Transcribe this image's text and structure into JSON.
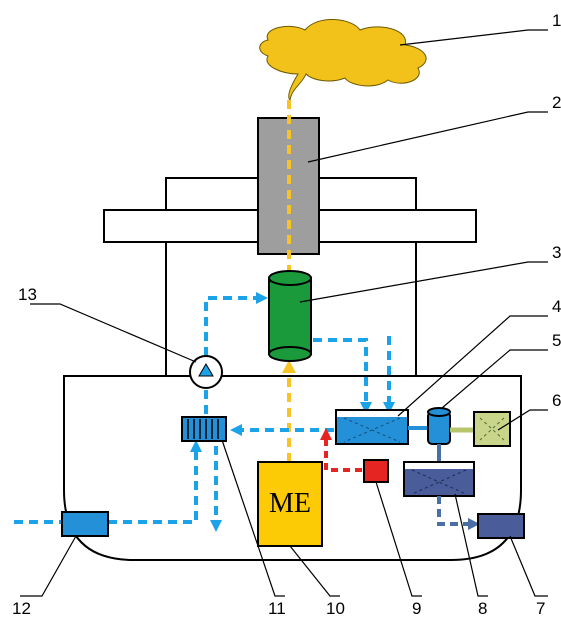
{
  "labels": {
    "n1": "1",
    "n2": "2",
    "n3": "3",
    "n4": "4",
    "n5": "5",
    "n6": "6",
    "n7": "7",
    "n8": "8",
    "n9": "9",
    "n10": "10",
    "n11": "11",
    "n12": "12",
    "n13": "13"
  },
  "engine": {
    "label": "ME"
  },
  "colors": {
    "smoke": "#f2c21b",
    "stack": "#9e9e9e",
    "scrubber": "#1b9a3b",
    "water_flow": "#1aa3e8",
    "exhaust_flow": "#f7c325",
    "sludge_flow": "#4a6fa5",
    "chemical_flow": "#e52521",
    "engine": "#fccb06",
    "tank_blue": "#2490d8",
    "tank_dark": "#4a5d9a",
    "tank_green": "#c9d58a",
    "outline": "#000000"
  }
}
